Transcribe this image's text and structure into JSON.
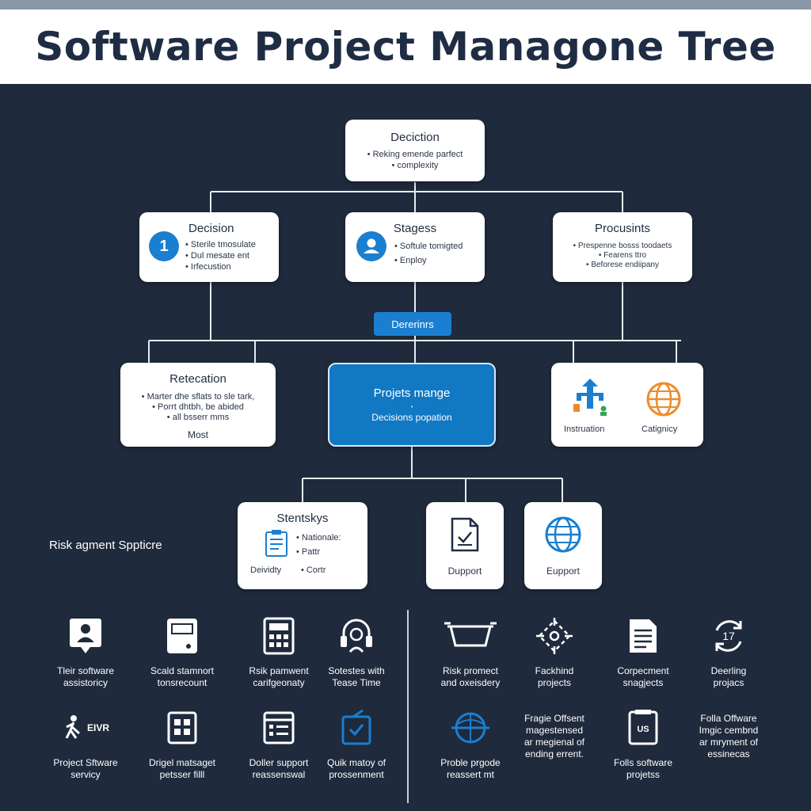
{
  "title": "Software Project Managone Tree",
  "nodes": {
    "root": {
      "title": "Deciction",
      "bullets": [
        "Reking emende parfect",
        "complexity"
      ]
    },
    "decision": {
      "title": "Decision",
      "badge": "1",
      "bullets": [
        "Sterile tmosulate",
        "Dul mesate ent",
        "Irfecustion"
      ]
    },
    "stagess": {
      "title": "Stagess",
      "bullets": [
        "Softule tomigted",
        "Enploy"
      ]
    },
    "procusints": {
      "title": "Procusints",
      "bullets": [
        "Prespenne bosss toodaets",
        "Fearens ttro",
        "Beforese endiipany"
      ]
    },
    "pill": "Dererinrs",
    "retecation": {
      "title": "Retecation",
      "bullets": [
        "Marter dhe sflats to sle tark,",
        "Porrt dhtbh, be abided",
        "all bsserr mms"
      ],
      "footer": "Most"
    },
    "center": {
      "title": "Projets mange",
      "sub": "Decisions popation"
    },
    "icons": {
      "left_label": "Instruation",
      "right_label": "Catignicy"
    },
    "stentskys": {
      "title": "Stentskys",
      "bullets": [
        "Nationale:",
        "Pattr"
      ],
      "foot_left": "Deividty",
      "foot_right": "Cortr"
    },
    "dupport": {
      "label": "Dupport"
    },
    "eupport": {
      "label": "Eupport"
    }
  },
  "side_label": "Risk agment Sppticre",
  "tiles": [
    {
      "icon": "user-chat-icon",
      "caption": "Tleir software\nassistoricy"
    },
    {
      "icon": "device-icon",
      "caption": "Scald stamnort\ntonsrecount"
    },
    {
      "icon": "calculator-icon",
      "caption": "Rsik pamwent\ncarifgeonaty"
    },
    {
      "icon": "headset-icon",
      "caption": "Sotestes with\nTease Time"
    },
    {
      "icon": "tray-icon",
      "caption": "Risk promect\nand oxeisdery"
    },
    {
      "icon": "network-icon",
      "caption": "Fackhind\nprojects"
    },
    {
      "icon": "document-icon",
      "caption": "Corpecment\nsnagjects"
    },
    {
      "icon": "cycle-icon",
      "caption": "Deerling\nprojacs"
    },
    {
      "icon": "walker-icon",
      "icon_text": "EIVR",
      "caption": "Project Sftware\nservicy"
    },
    {
      "icon": "grid-icon",
      "caption": "Drigel matsaget\npetsser filll"
    },
    {
      "icon": "list-icon",
      "caption": "Doller support\nreassenswal"
    },
    {
      "icon": "tablet-icon",
      "caption": "Quik matoy of\nprossenment"
    },
    {
      "icon": "globe-icon",
      "caption": "Proble prgode\nreassert mt"
    },
    {
      "icon": "text-only",
      "caption": "Fragie Offsent\nmagestensed\nar megienal of\nending errent."
    },
    {
      "icon": "us-icon",
      "icon_text": "US",
      "caption": "Folls software\nprojetss"
    },
    {
      "icon": "text-only",
      "caption": "Folla Offware\nImgic cembnd\nar mryment of\nessinecas"
    }
  ]
}
